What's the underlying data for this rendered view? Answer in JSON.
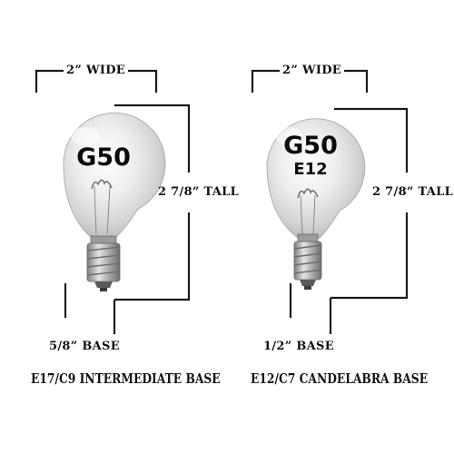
{
  "left_bulb": {
    "model": "G50",
    "width_label": "2” WIDE",
    "height_label": "2 7/8” TALL",
    "base_size_label": "5/8” BASE",
    "base_type_label": "E17/C9 INTERMEDIATE BASE"
  },
  "right_bulb": {
    "model": "G50",
    "sub_model": "E12",
    "width_label": "2” WIDE",
    "height_label": "2 7/8” TALL",
    "base_size_label": "1/2” BASE",
    "base_type_label": "E12/C7 CANDELABRA BASE"
  },
  "colors": {
    "line": "#1a1a1a",
    "glass": "#d6d6d6",
    "base_metal": "#a9a9a9"
  }
}
